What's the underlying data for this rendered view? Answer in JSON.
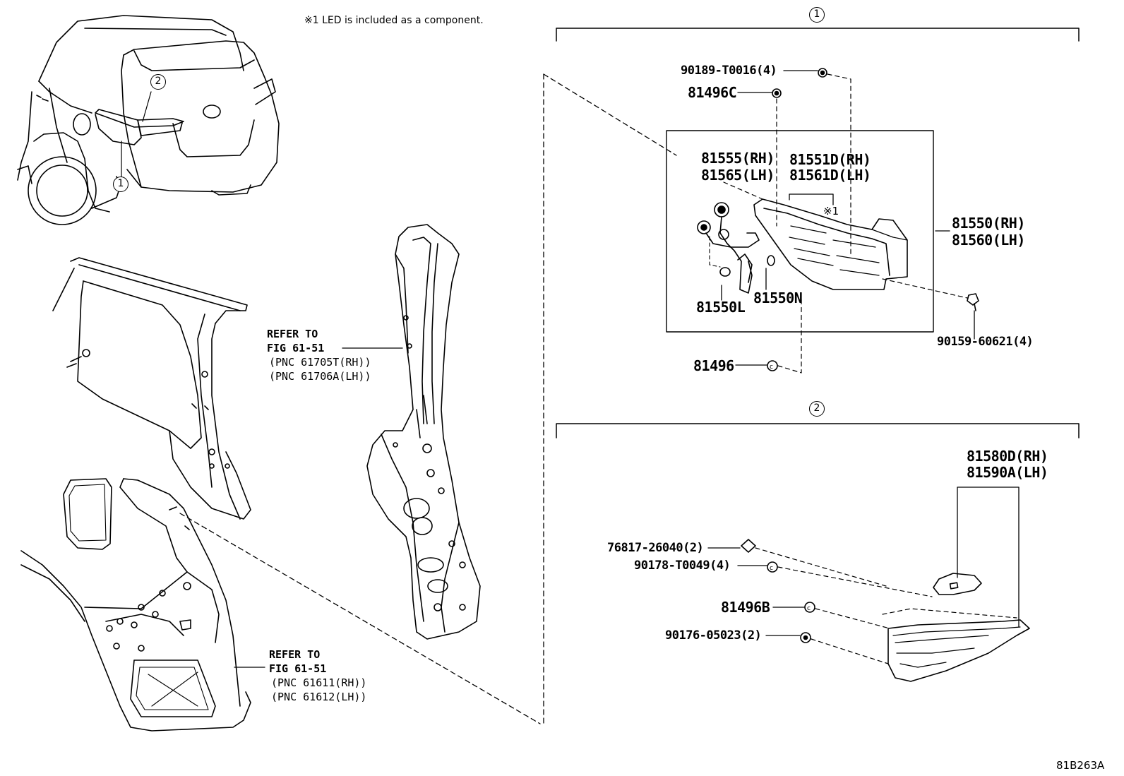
{
  "note": "※1 LED is included as a component.",
  "callouts": {
    "one": "1",
    "two": "2"
  },
  "car_callouts": {
    "one": "1",
    "two": "2"
  },
  "drawing_code": "81B263A",
  "group1": {
    "bolt_top": "90189-T0016(4)",
    "clip_c": "81496C",
    "socket_rh": "81555(RH)",
    "socket_lh": "81565(LH)",
    "led_rh": "81551D(RH)",
    "led_lh": "81561D(LH)",
    "led_note": "※1",
    "lamp_rh": "81550(RH)",
    "lamp_lh": "81560(LH)",
    "gasket_l": "81550L",
    "gasket_n": "81550N",
    "screw": "90159-60621(4)",
    "clip": "81496"
  },
  "group2": {
    "lamp_rh": "81580D(RH)",
    "lamp_lh": "81590A(LH)",
    "retainer": "76817-26040(2)",
    "nut": "90178-T0049(4)",
    "clip_b": "81496B",
    "screw": "90176-05023(2)"
  },
  "refer_upper": {
    "line1": "REFER TO",
    "line2": "FIG 61-51",
    "pnc_rh": "(PNC 61705T(RH))",
    "pnc_lh": "(PNC 61706A(LH))"
  },
  "refer_lower": {
    "line1": "REFER TO",
    "line2": "FIG 61-51",
    "pnc_rh": "(PNC 61611(RH))",
    "pnc_lh": "(PNC 61612(LH))"
  }
}
